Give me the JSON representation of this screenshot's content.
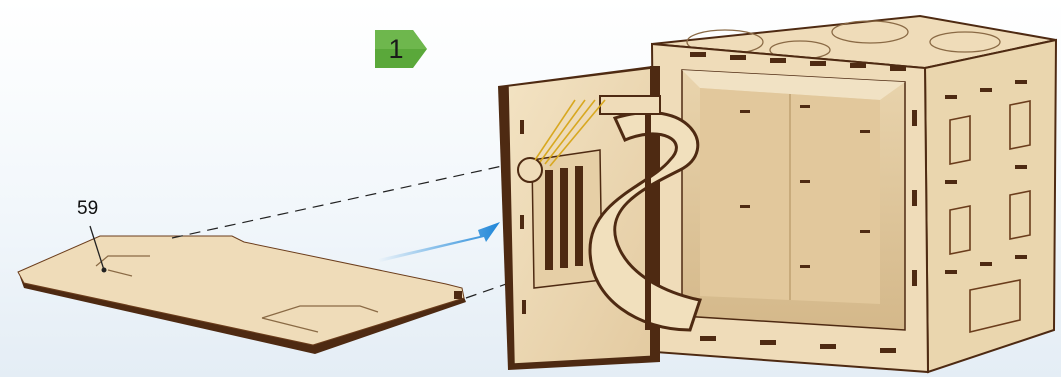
{
  "step": {
    "number": "1",
    "badge_color": "#5aa83a"
  },
  "part": {
    "number": "59"
  },
  "arrow": {
    "color": "#2b8fdc",
    "icon": "insert-arrow"
  },
  "colors": {
    "plywood": "#efdcb9",
    "plywood_shadow": "#d8bf92",
    "edge": "#4e2a12",
    "guide_line": "#222222"
  }
}
